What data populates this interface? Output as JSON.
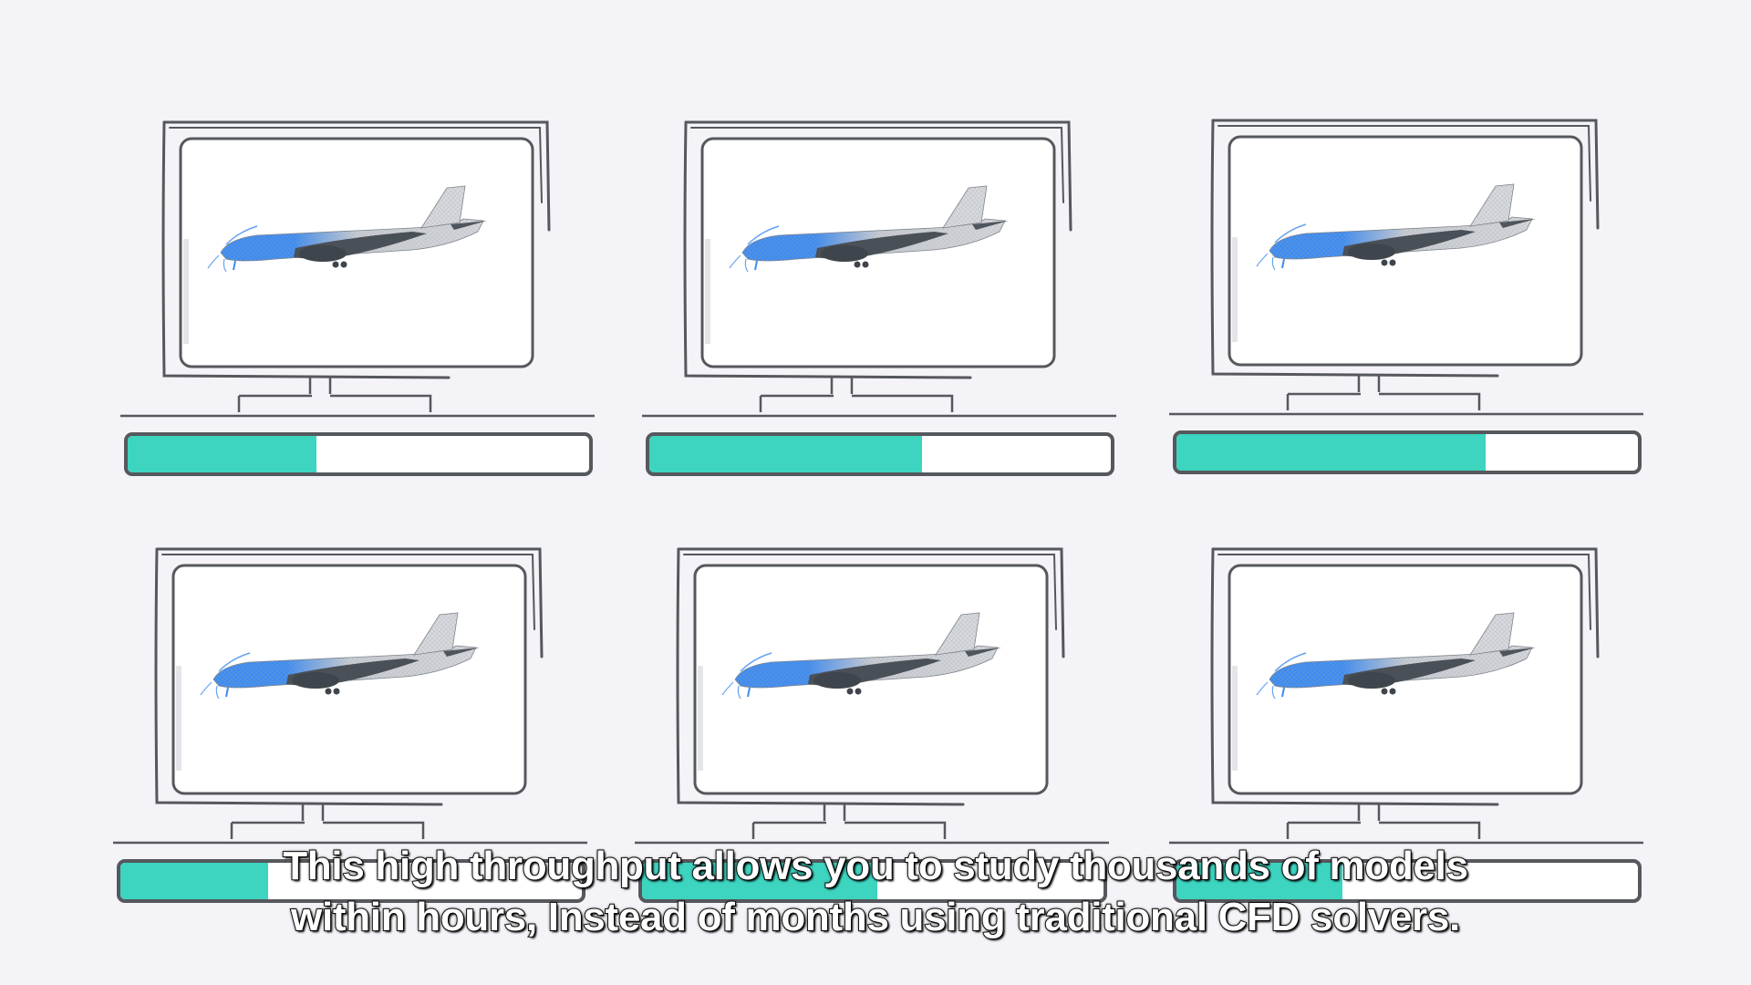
{
  "scene": {
    "background": "#f4f3f7",
    "outline_color": "#55585c",
    "progress_color": "#3dd4c0",
    "airflow_color": "#3f8cf0"
  },
  "stations": [
    {
      "label": "monitor-1",
      "progress": 0.41,
      "icon": "airplane-cfd-icon"
    },
    {
      "label": "monitor-2",
      "progress": 0.59,
      "icon": "airplane-cfd-icon"
    },
    {
      "label": "monitor-3",
      "progress": 0.67,
      "icon": "airplane-cfd-icon"
    },
    {
      "label": "monitor-4",
      "progress": 0.32,
      "icon": "airplane-cfd-icon"
    },
    {
      "label": "monitor-5",
      "progress": 0.51,
      "icon": "airplane-cfd-icon"
    },
    {
      "label": "monitor-6",
      "progress": 0.36,
      "icon": "airplane-cfd-icon"
    }
  ],
  "subtitle": {
    "line1": "This high throughput allows you to study thousands of models",
    "line2": "within hours, Instead of months using traditional CFD solvers."
  }
}
